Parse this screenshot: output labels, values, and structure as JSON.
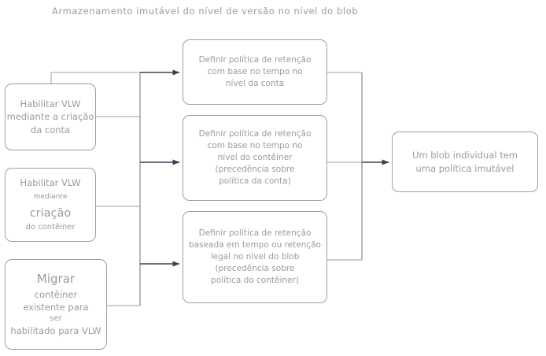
{
  "diagram": {
    "title": "Armazenamento imutável do nível de versão no nível do blob",
    "theme": {
      "background": "#ffffff",
      "node_border": "#9aa0a6",
      "node_text": "#9b9b9b",
      "connector": "#9aa0a6",
      "arrow": "#3c4350"
    },
    "nodes": {
      "enable_account": {
        "id": "enable-vlw-account",
        "lines": [
          "Habilitar VLW",
          "mediante a criação",
          "da conta"
        ]
      },
      "enable_container": {
        "id": "enable-vlw-container",
        "lines": [
          "Habilitar VLW",
          "mediante",
          "criação",
          "do contêiner"
        ]
      },
      "migrate_container": {
        "id": "migrate-existing-container",
        "lines": [
          "Migrar",
          "contêiner",
          "existente para",
          "ser",
          "habilitado para VLW"
        ]
      },
      "policy_account": {
        "id": "retention-policy-account-level",
        "lines": [
          "Definir política de retenção",
          "com base no tempo no",
          "nível da conta"
        ]
      },
      "policy_container": {
        "id": "retention-policy-container-level",
        "lines": [
          "Definir política de retenção",
          "com base no tempo no",
          "nível do contêiner",
          "(precedência sobre",
          "política da conta)"
        ]
      },
      "policy_blob": {
        "id": "retention-policy-blob-level",
        "lines": [
          "Definir política de retenção",
          "baseada em tempo ou retenção",
          "legal no nível do blob",
          "(precedência sobre",
          "política do contêiner)"
        ]
      },
      "blob_immutable": {
        "id": "individual-blob-immutable-policy",
        "lines": [
          "Um blob individual tem",
          "uma política imutável"
        ]
      }
    },
    "edges": [
      {
        "from": "enable_account",
        "to": "policy_account",
        "label": ""
      },
      {
        "from": "enable_account",
        "to": "policy_container",
        "label": ""
      },
      {
        "from": "enable_container",
        "to": "policy_container",
        "label": ""
      },
      {
        "from": "migrate_container",
        "to": "policy_blob",
        "label": ""
      },
      {
        "from": "policy_account",
        "to": "blob_immutable",
        "label": ""
      },
      {
        "from": "policy_container",
        "to": "blob_immutable",
        "label": ""
      },
      {
        "from": "policy_blob",
        "to": "blob_immutable",
        "label": ""
      }
    ]
  }
}
